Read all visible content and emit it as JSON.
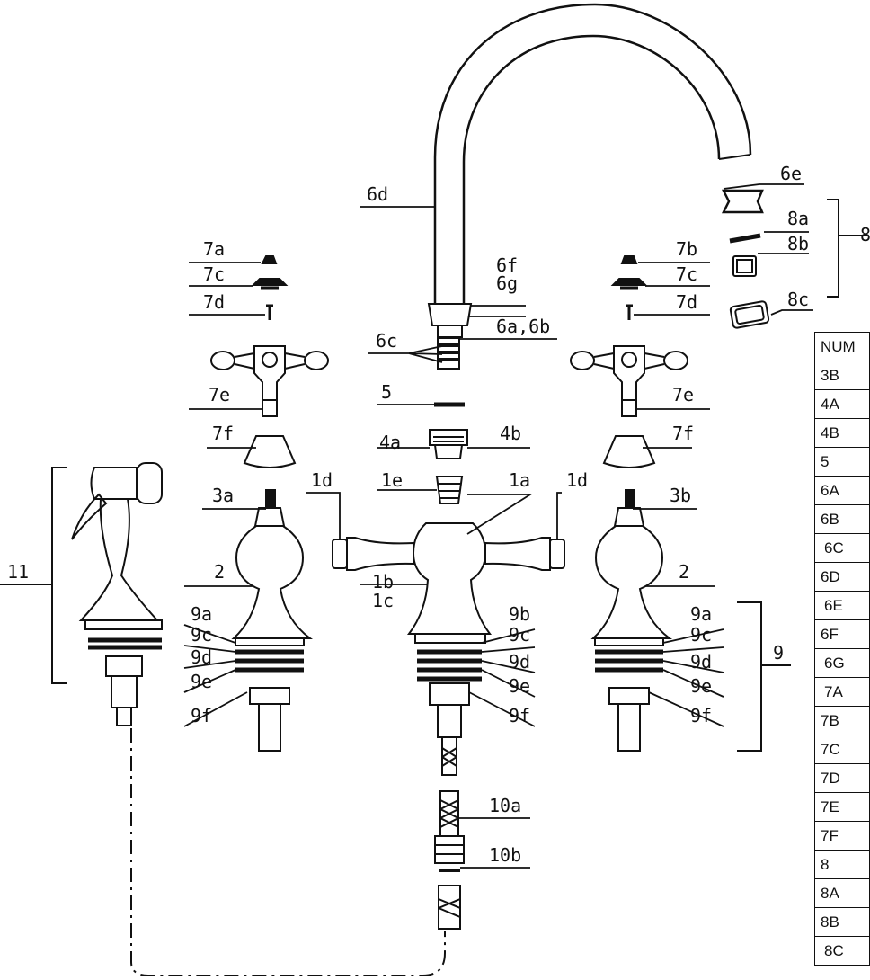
{
  "callouts": {
    "n6e": "6e",
    "n8a": "8a",
    "n8": "8",
    "n8b": "8b",
    "n8c": "8c",
    "n6d": "6d",
    "n7a_l": "7a",
    "n7c_l": "7c",
    "n7d_l": "7d",
    "n7b_r": "7b",
    "n7c_r": "7c",
    "n7d_r": "7d",
    "n6f": "6f",
    "n6g": "6g",
    "n6ab": "6a,6b",
    "n6c": "6c",
    "n5": "5",
    "n7e_l": "7e",
    "n7e_r": "7e",
    "n7f_l": "7f",
    "n7f_r": "7f",
    "n4a": "4a",
    "n4b": "4b",
    "n3a": "3a",
    "n1d_l": "1d",
    "n1e": "1e",
    "n1a": "1a",
    "n1d_r": "1d",
    "n3b": "3b",
    "n11": "11",
    "n2_l": "2",
    "n2_r": "2",
    "n1b": "1b",
    "n1c": "1c",
    "n9a_l": "9a",
    "n9c_l": "9c",
    "n9d_l": "9d",
    "n9e_l": "9e",
    "n9f_l": "9f",
    "n9b_m": "9b",
    "n9c_m": "9c",
    "n9d_m": "9d",
    "n9e_m": "9e",
    "n9f_m": "9f",
    "n9a_r": "9a",
    "n9c_r": "9c",
    "n9d_r": "9d",
    "n9e_r": "9e",
    "n9f_r": "9f",
    "n9": "9",
    "n10a": "10a",
    "n10b": "10b"
  },
  "table": {
    "header": "NUM",
    "rows": [
      "3B",
      "4A",
      "4B",
      "5",
      "6A",
      "6B",
      "6C",
      "6D",
      "6E",
      "6F",
      "6G",
      "7A",
      "7B",
      "7C",
      "7D",
      "7E",
      "7F",
      "8",
      "8A",
      "8B",
      "8C"
    ]
  }
}
